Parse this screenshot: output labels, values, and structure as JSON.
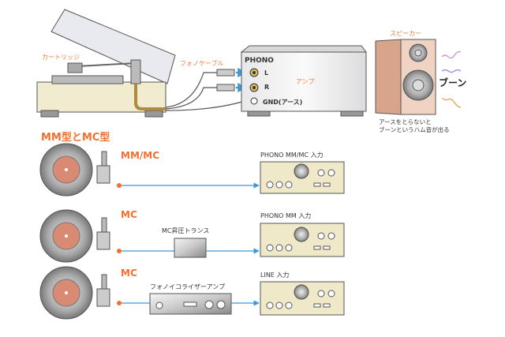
{
  "top": {
    "cartridge_label": "カートリッジ",
    "phono_cable_label": "フォノケーブル",
    "amp": {
      "phono_label": "PHONO",
      "l_label": "L",
      "r_label": "R",
      "gnd_label": "GND(アース)",
      "amp_label": "アンプ"
    },
    "speaker_label": "スピーカー",
    "hum_sound": "ブーン",
    "note_line1": "アースをとらないと",
    "note_line2": "ブーンというハム音が出る"
  },
  "section_title": "MM型とMC型",
  "rows": [
    {
      "cartridge_type": "MM/MC",
      "intermediate": "",
      "destination": "PHONO  MM/MC 入力"
    },
    {
      "cartridge_type": "MC",
      "intermediate": "MC昇圧トランス",
      "destination": "PHONO  MM 入力"
    },
    {
      "cartridge_type": "MC",
      "intermediate": "フォノイコライザーアンプ",
      "destination": "LINE 入力"
    }
  ],
  "colors": {
    "accent_orange": "#f07030",
    "cable_blue": "#3a9ad9",
    "amp_cream": "#efe9c9"
  }
}
